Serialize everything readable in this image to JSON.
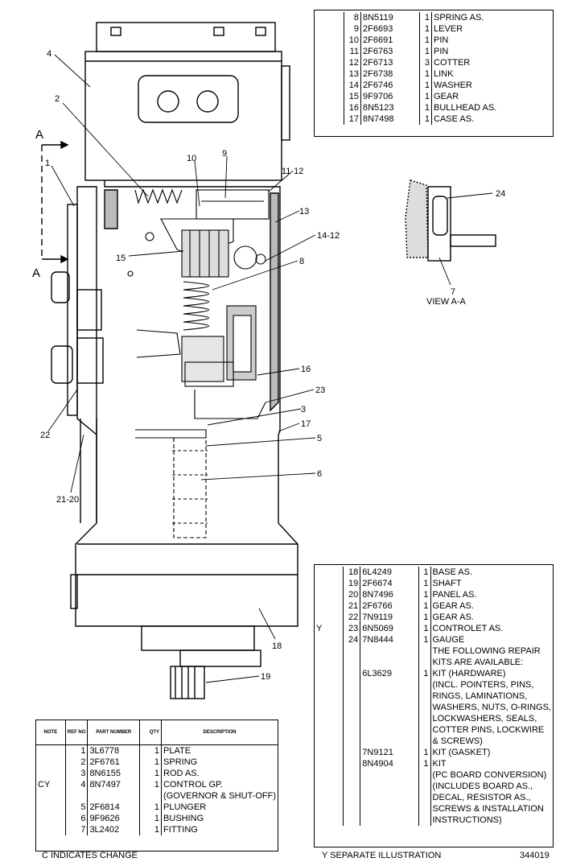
{
  "callouts": {
    "c1": "1",
    "c2": "2",
    "c3": "3",
    "c4": "4",
    "c5": "5",
    "c6": "6",
    "c7": "7",
    "c8": "8",
    "c9": "9",
    "c10": "10",
    "c11_12": "11-12",
    "c13": "13",
    "c14_12": "14-12",
    "c15": "15",
    "c16": "16",
    "c17": "17",
    "c18": "18",
    "c19": "19",
    "c21_20": "21-20",
    "c22": "22",
    "c23": "23",
    "c24": "24"
  },
  "section": {
    "a_top": "A",
    "a_bottom": "A",
    "view_label": "VIEW  A-A"
  },
  "top_table": [
    {
      "ref": "8",
      "part": "8N5119",
      "qty": "1",
      "desc": "SPRING AS."
    },
    {
      "ref": "9",
      "part": "2F6693",
      "qty": "1",
      "desc": "LEVER"
    },
    {
      "ref": "10",
      "part": "2F6691",
      "qty": "1",
      "desc": "PIN"
    },
    {
      "ref": "11",
      "part": "2F6763",
      "qty": "1",
      "desc": "PIN"
    },
    {
      "ref": "12",
      "part": "2F6713",
      "qty": "3",
      "desc": "COTTER"
    },
    {
      "ref": "13",
      "part": "2F6738",
      "qty": "1",
      "desc": "LINK"
    },
    {
      "ref": "14",
      "part": "2F6746",
      "qty": "1",
      "desc": "WASHER"
    },
    {
      "ref": "15",
      "part": "9F9706",
      "qty": "1",
      "desc": "GEAR"
    },
    {
      "ref": "16",
      "part": "8N5123",
      "qty": "1",
      "desc": "BULLHEAD AS."
    },
    {
      "ref": "17",
      "part": "8N7498",
      "qty": "1",
      "desc": "CASE AS."
    }
  ],
  "right_table": [
    {
      "note": "",
      "ref": "18",
      "part": "6L4249",
      "qty": "1",
      "desc": "BASE AS."
    },
    {
      "note": "",
      "ref": "19",
      "part": "2F6674",
      "qty": "1",
      "desc": "   SHAFT"
    },
    {
      "note": "",
      "ref": "20",
      "part": "8N7496",
      "qty": "1",
      "desc": "PANEL AS."
    },
    {
      "note": "",
      "ref": "21",
      "part": "2F6766",
      "qty": "1",
      "desc": "   GEAR AS."
    },
    {
      "note": "",
      "ref": "22",
      "part": "7N9119",
      "qty": "1",
      "desc": "GEAR AS."
    },
    {
      "note": "Y",
      "ref": "23",
      "part": "6N5069",
      "qty": "1",
      "desc": "CONTROLET AS."
    },
    {
      "note": "",
      "ref": "24",
      "part": "7N8444",
      "qty": "1",
      "desc": "GAUGE"
    },
    {
      "note": "",
      "ref": "",
      "part": "",
      "qty": "",
      "desc": "THE FOLLOWING REPAIR"
    },
    {
      "note": "",
      "ref": "",
      "part": "",
      "qty": "",
      "desc": "   KITS ARE AVAILABLE:"
    },
    {
      "note": "",
      "ref": "",
      "part": "6L3629",
      "qty": "1",
      "desc": "KIT (HARDWARE)"
    },
    {
      "note": "",
      "ref": "",
      "part": "",
      "qty": "",
      "desc": "(INCL. POINTERS, PINS,"
    },
    {
      "note": "",
      "ref": "",
      "part": "",
      "qty": "",
      "desc": "RINGS, LAMINATIONS,"
    },
    {
      "note": "",
      "ref": "",
      "part": "",
      "qty": "",
      "desc": "WASHERS, NUTS, O-RINGS,"
    },
    {
      "note": "",
      "ref": "",
      "part": "",
      "qty": "",
      "desc": "LOCKWASHERS, SEALS,"
    },
    {
      "note": "",
      "ref": "",
      "part": "",
      "qty": "",
      "desc": "COTTER PINS, LOCKWIRE"
    },
    {
      "note": "",
      "ref": "",
      "part": "",
      "qty": "",
      "desc": "& SCREWS)"
    },
    {
      "note": "",
      "ref": "",
      "part": "7N9121",
      "qty": "1",
      "desc": "KIT (GASKET)"
    },
    {
      "note": "",
      "ref": "",
      "part": "8N4904",
      "qty": "1",
      "desc": "KIT"
    },
    {
      "note": "",
      "ref": "",
      "part": "",
      "qty": "",
      "desc": "   (PC BOARD CONVERSION)"
    },
    {
      "note": "",
      "ref": "",
      "part": "",
      "qty": "",
      "desc": "(INCLUDES BOARD AS.,"
    },
    {
      "note": "",
      "ref": "",
      "part": "",
      "qty": "",
      "desc": "DECAL, RESISTOR AS.,"
    },
    {
      "note": "",
      "ref": "",
      "part": "",
      "qty": "",
      "desc": "SCREWS & INSTALLATION"
    },
    {
      "note": "",
      "ref": "",
      "part": "",
      "qty": "",
      "desc": "INSTRUCTIONS)"
    }
  ],
  "left_table": {
    "headers": {
      "note": "NOTE",
      "ref": "REF NO",
      "part": "PART NUMBER",
      "qty": "QTY",
      "desc": "DESCRIPTION"
    },
    "rows": [
      {
        "note": "",
        "ref": "1",
        "part": "3L6778",
        "qty": "1",
        "desc": "PLATE"
      },
      {
        "note": "",
        "ref": "2",
        "part": "2F6761",
        "qty": "1",
        "desc": "SPRING"
      },
      {
        "note": "",
        "ref": "3",
        "part": "8N6155",
        "qty": "1",
        "desc": "ROD AS."
      },
      {
        "note": "CY",
        "ref": "4",
        "part": "8N7497",
        "qty": "1",
        "desc": "CONTROL GP."
      },
      {
        "note": "",
        "ref": "",
        "part": "",
        "qty": "",
        "desc": "   (GOVERNOR & SHUT-OFF)"
      },
      {
        "note": "",
        "ref": "5",
        "part": "2F6814",
        "qty": "1",
        "desc": "PLUNGER"
      },
      {
        "note": "",
        "ref": "6",
        "part": "9F9626",
        "qty": "1",
        "desc": "BUSHING"
      },
      {
        "note": "",
        "ref": "7",
        "part": "3L2402",
        "qty": "1",
        "desc": "FITTING"
      }
    ]
  },
  "footer": {
    "c_note": "C   INDICATES CHANGE",
    "y_note": "Y   SEPARATE ILLUSTRATION",
    "code": "344019"
  }
}
